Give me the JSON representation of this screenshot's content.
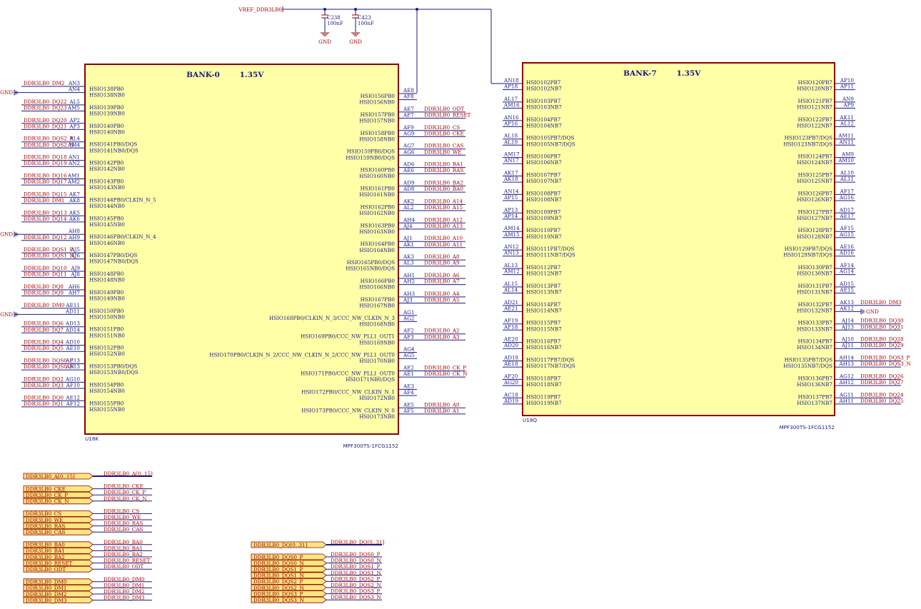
{
  "vref": {
    "label": "VREF_DDR3LB0",
    "gnd": "GND"
  },
  "caps": [
    {
      "ref": "C238",
      "value": "100nF"
    },
    {
      "ref": "C423",
      "value": "100nF"
    }
  ],
  "bank0": {
    "title": "BANK-0",
    "voltage": "1.35V",
    "ref": "U18K",
    "part": "MPF300TS-1FCG1152",
    "left": [
      {
        "net": "DDR3LB0_DM2",
        "pin": "AN3",
        "sig": "HSIO138PB0"
      },
      {
        "net": "",
        "pin": "AN4",
        "sig": "HSIO138NB0",
        "gnd": true
      },
      {
        "net": "DDR3LB0_DQ22",
        "pin": "AL5",
        "sig": "HSIO139PB0"
      },
      {
        "net": "DDR3LB0_DQ23",
        "pin": "AM5",
        "sig": "HSIO139NB0"
      },
      {
        "net": "DDR3LB0_DQ20",
        "pin": "AP2",
        "sig": "HSIO140PB0"
      },
      {
        "net": "DDR3LB0_DQ21",
        "pin": "AP3",
        "sig": "HSIO140NB0"
      },
      {
        "net": "DDR3LB0_DQS2_P",
        "pin": "AL4",
        "sig": "HSIO141PB0/DQS"
      },
      {
        "net": "DDR3LB0_DQS2_N",
        "pin": "AM4",
        "sig": "HSIO141NB0/DQS"
      },
      {
        "net": "DDR3LB0_DQ18",
        "pin": "AN1",
        "sig": "HSIO142PB0"
      },
      {
        "net": "DDR3LB0_DQ19",
        "pin": "AN2",
        "sig": "HSIO142NB0"
      },
      {
        "net": "DDR3LB0_DQ16",
        "pin": "AM1",
        "sig": "HSIO143PB0"
      },
      {
        "net": "DDR3LB0_DQ17",
        "pin": "AM2",
        "sig": "HSIO143NB0"
      },
      {
        "net": "DDR3LB0_DQ15",
        "pin": "AK7",
        "sig": "HSIO144PB0/CLKIN_N_5"
      },
      {
        "net": "DDR3LB0_DM1",
        "pin": "AK8",
        "sig": "HSIO144NB0"
      },
      {
        "net": "DDR3LB0_DQ13",
        "pin": "AK5",
        "sig": "HSIO145PB0"
      },
      {
        "net": "DDR3LB0_DQ14",
        "pin": "AK6",
        "sig": "HSIO145NB0"
      },
      {
        "net": "",
        "pin": "AH8",
        "sig": "HSIO146PB0/CLKIN_N_4",
        "gnd": true
      },
      {
        "net": "DDR3LB0_DQ12",
        "pin": "AH9",
        "sig": "HSIO146NB0"
      },
      {
        "net": "DDR3LB0_DQS1_P",
        "pin": "AJ5",
        "sig": "HSIO147PB0/DQS"
      },
      {
        "net": "DDR3LB0_DQS1_N",
        "pin": "AJ6",
        "sig": "HSIO147NB0/DQS"
      },
      {
        "net": "DDR3LB0_DQ10",
        "pin": "AJ9",
        "sig": "HSIO148PB0"
      },
      {
        "net": "DDR3LB0_DQ11",
        "pin": "AJ8",
        "sig": "HSIO148NB0"
      },
      {
        "net": "DDR3LB0_DQ8",
        "pin": "AH6",
        "sig": "HSIO149PB0"
      },
      {
        "net": "DDR3LB0_DQ9",
        "pin": "AH7",
        "sig": "HSIO149NB0"
      },
      {
        "net": "DDR3LB0_DM0",
        "pin": "AE11",
        "sig": "HSIO150PB0"
      },
      {
        "net": "",
        "pin": "AD11",
        "sig": "HSIO150NB0",
        "gnd": true
      },
      {
        "net": "DDR3LB0_DQ6",
        "pin": "AD13",
        "sig": "HSIO151PB0"
      },
      {
        "net": "DDR3LB0_DQ7",
        "pin": "AD14",
        "sig": "HSIO151NB0"
      },
      {
        "net": "DDR3LB0_DQ4",
        "pin": "AD10",
        "sig": "HSIO152PB0"
      },
      {
        "net": "DDR3LB0_DQ5",
        "pin": "AE10",
        "sig": "HSIO152NB0"
      },
      {
        "net": "DDR3LB0_DQS0_P",
        "pin": "AE13",
        "sig": "HSIO153PB0/DQS"
      },
      {
        "net": "DDR3LB0_DQS0_N",
        "pin": "AF13",
        "sig": "HSIO153NB0/DQS"
      },
      {
        "net": "DDR3LB0_DQ2",
        "pin": "AG10",
        "sig": "HSIO154PB0"
      },
      {
        "net": "DDR3LB0_DQ3",
        "pin": "AF10",
        "sig": "HSIO154NB0"
      },
      {
        "net": "DDR3LB0_DQ0",
        "pin": "AE12",
        "sig": "HSIO155PB0"
      },
      {
        "net": "DDR3LB0_DQ1",
        "pin": "AF12",
        "sig": "HSIO155NB0"
      }
    ],
    "right": [
      {
        "pin": "AE8",
        "sig": "HSIO156PB0",
        "net": "",
        "vref": true
      },
      {
        "pin": "AF8",
        "sig": "HSIO156NB0",
        "net": ""
      },
      {
        "pin": "AE7",
        "sig": "HSIO157PB0",
        "net": "DDR3LB0_ODT"
      },
      {
        "pin": "AF7",
        "sig": "HSIO157NB0",
        "net": "DDR3LB0_RESET"
      },
      {
        "pin": "AF9",
        "sig": "HSIO158PB0",
        "net": "DDR3LB0_CS"
      },
      {
        "pin": "AG9",
        "sig": "HSIO158NB0",
        "net": "DDR3LB0_CKE"
      },
      {
        "pin": "AG7",
        "sig": "HSIO159PB0/DQS",
        "net": "DDR3LB0_CAS"
      },
      {
        "pin": "AG6",
        "sig": "HSIO159NB0/DQS",
        "net": "DDR3LB0_WE"
      },
      {
        "pin": "AD6",
        "sig": "HSIO160PB0",
        "net": "DDR3LB0_BA1"
      },
      {
        "pin": "AE6",
        "sig": "HSIO160NB0",
        "net": "DDR3LB0_RAS"
      },
      {
        "pin": "AD9",
        "sig": "HSIO161PB0",
        "net": "DDR3LB0_BA2"
      },
      {
        "pin": "AD8",
        "sig": "HSIO161NB0",
        "net": "DDR3LB0_BA0"
      },
      {
        "pin": "AK2",
        "sig": "HSIO162PB0",
        "net": "DDR3LB0_A14"
      },
      {
        "pin": "AL2",
        "sig": "HSIO162NB0",
        "net": "DDR3LB0_A15"
      },
      {
        "pin": "AH4",
        "sig": "HSIO163PB0",
        "net": "DDR3LB0_A12"
      },
      {
        "pin": "AJ4",
        "sig": "HSIO163NB0",
        "net": "DDR3LB0_A13"
      },
      {
        "pin": "AJ1",
        "sig": "HSIO164PB0",
        "net": "DDR3LB0_A10"
      },
      {
        "pin": "AK1",
        "sig": "HSIO164NB0",
        "net": "DDR3LB0_A11"
      },
      {
        "pin": "AK3",
        "sig": "HSIO165PB0/DQS",
        "net": "DDR3LB0_A8"
      },
      {
        "pin": "AL3",
        "sig": "HSIO165NB0/DQS",
        "net": "DDR3LB0_A9"
      },
      {
        "pin": "AH1",
        "sig": "HSIO166PB0",
        "net": "DDR3LB0_A6"
      },
      {
        "pin": "AH2",
        "sig": "HSIO166NB0",
        "net": "DDR3LB0_A7"
      },
      {
        "pin": "AH3",
        "sig": "HSIO167PB0",
        "net": "DDR3LB0_A4"
      },
      {
        "pin": "AJ3",
        "sig": "HSIO167NB0",
        "net": "DDR3LB0_A5"
      },
      {
        "pin": "AG1",
        "sig": "HSIO168PB0/CLKIN_N_3/CCC_NW_CLKIN_N_3",
        "net": ""
      },
      {
        "pin": "AG2",
        "sig": "HSIO168NB0",
        "net": ""
      },
      {
        "pin": "AF2",
        "sig": "HSIO169PB0/CCC_NW_PLL1_OUT1",
        "net": "DDR3LB0_A2"
      },
      {
        "pin": "AF3",
        "sig": "HSIO169NB0",
        "net": "DDR3LB0_A3"
      },
      {
        "pin": "AG4",
        "sig": "HSIO170PB0/CLKIN_N_2/CCC_NW_CLKIN_N_2/CCC_NW_PLL1_OUT0",
        "net": ""
      },
      {
        "pin": "AG5",
        "sig": "HSIO170NB0",
        "net": ""
      },
      {
        "pin": "AE2",
        "sig": "HSIO171PB0/CCC_NW_PLL1_OUT0",
        "net": "DDR3LB0_CK_P"
      },
      {
        "pin": "AE1",
        "sig": "HSIO171NB0/DQS",
        "net": "DDR3LB0_CK_N"
      },
      {
        "pin": "AE3",
        "sig": "HSIO172PB0/CCC_NW_CLKIN_N_1",
        "net": ""
      },
      {
        "pin": "AF4",
        "sig": "HSIO172NB0",
        "net": ""
      },
      {
        "pin": "AE5",
        "sig": "HSIO173PB0/CCC_NW_CLKIN_N_0",
        "net": "DDR3LB0_A0"
      },
      {
        "pin": "AF5",
        "sig": "HSIO173NB0",
        "net": "DDR3LB0_A1"
      }
    ]
  },
  "bank7": {
    "title": "BANK-7",
    "voltage": "1.35V",
    "ref": "U18Q",
    "part": "MPF300TS-1FCG1152",
    "left": [
      {
        "pin": "AN18",
        "sig": "HSIO102PB7",
        "vref": true
      },
      {
        "pin": "AP18",
        "sig": "HSIO102NB7"
      },
      {
        "pin": "AL17",
        "sig": "HSIO103PB7"
      },
      {
        "pin": "AM16",
        "sig": "HSIO103NB7"
      },
      {
        "pin": "AN16",
        "sig": "HSIO104PB7"
      },
      {
        "pin": "AP16",
        "sig": "HSIO104NB7"
      },
      {
        "pin": "AL18",
        "sig": "HSIO105PB7/DQS"
      },
      {
        "pin": "AL19",
        "sig": "HSIO105NB7/DQS"
      },
      {
        "pin": "AM17",
        "sig": "HSIO106PB7"
      },
      {
        "pin": "AN17",
        "sig": "HSIO106NB7"
      },
      {
        "pin": "AK17",
        "sig": "HSIO107PB7"
      },
      {
        "pin": "AK18",
        "sig": "HSIO107NB7"
      },
      {
        "pin": "AN14",
        "sig": "HSIO108PB7"
      },
      {
        "pin": "AP15",
        "sig": "HSIO108NB7"
      },
      {
        "pin": "AP13",
        "sig": "HSIO109PB7"
      },
      {
        "pin": "AP14",
        "sig": "HSIO109NB7"
      },
      {
        "pin": "AM14",
        "sig": "HSIO110PB7"
      },
      {
        "pin": "AM15",
        "sig": "HSIO110NB7"
      },
      {
        "pin": "AN12",
        "sig": "HSIO111PB7/DQS"
      },
      {
        "pin": "AN13",
        "sig": "HSIO111NB7/DQS"
      },
      {
        "pin": "AL13",
        "sig": "HSIO112PB7"
      },
      {
        "pin": "AM12",
        "sig": "HSIO112NB7"
      },
      {
        "pin": "AL15",
        "sig": "HSIO113PB7"
      },
      {
        "pin": "AL14",
        "sig": "HSIO113NB7"
      },
      {
        "pin": "AD21",
        "sig": "HSIO114PB7"
      },
      {
        "pin": "AE21",
        "sig": "HSIO114NB7"
      },
      {
        "pin": "AF19",
        "sig": "HSIO115PB7"
      },
      {
        "pin": "AF18",
        "sig": "HSIO115NB7"
      },
      {
        "pin": "AE20",
        "sig": "HSIO116PB7"
      },
      {
        "pin": "AD20",
        "sig": "HSIO116NB7"
      },
      {
        "pin": "AD18",
        "sig": "HSIO117PB7/DQS"
      },
      {
        "pin": "AE18",
        "sig": "HSIO117NB7/DQS"
      },
      {
        "pin": "AF20",
        "sig": "HSIO118PB7"
      },
      {
        "pin": "AG20",
        "sig": "HSIO118NB7"
      },
      {
        "pin": "AC18",
        "sig": "HSIO119PB7"
      },
      {
        "pin": "AD19",
        "sig": "HSIO119NB7"
      }
    ],
    "right": [
      {
        "pin": "AP10",
        "sig": "HSIO120PB7",
        "net": ""
      },
      {
        "pin": "AP11",
        "sig": "HSIO120NB7",
        "net": ""
      },
      {
        "pin": "AN9",
        "sig": "HSIO121PB7",
        "net": ""
      },
      {
        "pin": "AP9",
        "sig": "HSIO121NB7",
        "net": ""
      },
      {
        "pin": "AK11",
        "sig": "HSIO122PB7",
        "net": ""
      },
      {
        "pin": "AL12",
        "sig": "HSIO122NB7",
        "net": ""
      },
      {
        "pin": "AM11",
        "sig": "HSIO123PB7/DQS",
        "net": ""
      },
      {
        "pin": "AN11",
        "sig": "HSIO123NB7/DQS",
        "net": ""
      },
      {
        "pin": "AM9",
        "sig": "HSIO124PB7",
        "net": ""
      },
      {
        "pin": "AM10",
        "sig": "HSIO124NB7",
        "net": ""
      },
      {
        "pin": "AL10",
        "sig": "HSIO125PB7",
        "net": ""
      },
      {
        "pin": "AL11",
        "sig": "HSIO125NB7",
        "net": ""
      },
      {
        "pin": "AF17",
        "sig": "HSIO126PB7",
        "net": ""
      },
      {
        "pin": "AG16",
        "sig": "HSIO126NB7",
        "net": ""
      },
      {
        "pin": "AD17",
        "sig": "HSIO127PB7",
        "net": ""
      },
      {
        "pin": "AE17",
        "sig": "HSIO127NB7",
        "net": ""
      },
      {
        "pin": "AF15",
        "sig": "HSIO128PB7",
        "net": ""
      },
      {
        "pin": "AG15",
        "sig": "HSIO128NB7",
        "net": ""
      },
      {
        "pin": "AE16",
        "sig": "HSIO129PB7/DQS",
        "net": ""
      },
      {
        "pin": "AD16",
        "sig": "HSIO129NB7/DQS",
        "net": ""
      },
      {
        "pin": "AF14",
        "sig": "HSIO130PB7",
        "net": ""
      },
      {
        "pin": "AG14",
        "sig": "HSIO130NB7",
        "net": ""
      },
      {
        "pin": "AD15",
        "sig": "HSIO131PB7",
        "net": ""
      },
      {
        "pin": "AE15",
        "sig": "HSIO131NB7",
        "net": ""
      },
      {
        "pin": "AK13",
        "sig": "HSIO132PB7",
        "net": "DDR3LB0_DM3"
      },
      {
        "pin": "AK12",
        "sig": "HSIO132NB7",
        "net": "",
        "gnd": true
      },
      {
        "pin": "AJ14",
        "sig": "HSIO133PB7",
        "net": "DDR3LB0_DQ30"
      },
      {
        "pin": "AJ13",
        "sig": "HSIO133NB7",
        "net": "DDR3LB0_DQ31"
      },
      {
        "pin": "AJ10",
        "sig": "HSIO134PB7",
        "net": "DDR3LB0_DQ28"
      },
      {
        "pin": "AJ11",
        "sig": "HSIO134NB7",
        "net": "DDR3LB0_DQ29"
      },
      {
        "pin": "AH14",
        "sig": "HSIO135PB7/DQS",
        "net": "DDR3LB0_DQS3_P"
      },
      {
        "pin": "AH13",
        "sig": "HSIO135NB7/DQS",
        "net": "DDR3LB0_DQS3_N"
      },
      {
        "pin": "AG12",
        "sig": "HSIO136PB7",
        "net": "DDR3LB0_DQ26"
      },
      {
        "pin": "AH12",
        "sig": "HSIO136NB7",
        "net": "DDR3LB0_DQ27"
      },
      {
        "pin": "AG11",
        "sig": "HSIO137PB7",
        "net": "DDR3LB0_DQ24"
      },
      {
        "pin": "AH11",
        "sig": "HSIO137NB7",
        "net": "DDR3LB0_DQ25"
      }
    ]
  },
  "ports_left": [
    {
      "groups": [
        {
          "items": [
            {
              "port": "DDR3LB0_A[0..15]",
              "net": "DDR3LB0_A[0..15]",
              "bus": true
            }
          ]
        },
        {
          "items": [
            {
              "port": "DDR3LB0_CKE",
              "net": "DDR3LB0_CKE"
            },
            {
              "port": "DDR3LB0_CK_P",
              "net": "DDR3LB0_CK_P"
            },
            {
              "port": "DDR3LB0_CK_N",
              "net": "DDR3LB0_CK_N"
            }
          ]
        },
        {
          "items": [
            {
              "port": "DDR3LB0_CS",
              "net": "DDR3LB0_CS"
            },
            {
              "port": "DDR3LB0_WE",
              "net": "DDR3LB0_WE"
            },
            {
              "port": "DDR3LB0_RAS",
              "net": "DDR3LB0_RAS"
            },
            {
              "port": "DDR3LB0_CAS",
              "net": "DDR3LB0_CAS"
            }
          ]
        },
        {
          "items": [
            {
              "port": "DDR3LB0_BA0",
              "net": "DDR3LB0_BA0"
            },
            {
              "port": "DDR3LB0_BA1",
              "net": "DDR3LB0_BA1"
            },
            {
              "port": "DDR3LB0_BA2",
              "net": "DDR3LB0_BA2"
            },
            {
              "port": "DDR3LB0_RESET",
              "net": "DDR3LB0_RESET"
            },
            {
              "port": "DDR3LB0_ODT",
              "net": "DDR3LB0_ODT"
            }
          ]
        },
        {
          "items": [
            {
              "port": "DDR3LB0_DM0",
              "net": "DDR3LB0_DM0"
            },
            {
              "port": "DDR3LB0_DM1",
              "net": "DDR3LB0_DM1"
            },
            {
              "port": "DDR3LB0_DM2",
              "net": "DDR3LB0_DM2"
            },
            {
              "port": "DDR3LB0_DM3",
              "net": "DDR3LB0_DM3"
            }
          ]
        }
      ]
    }
  ],
  "ports_mid": {
    "bus": {
      "port": "DDR3LB0_DQ[0..31]",
      "net": "DDR3LB0_DQ[0..31]"
    },
    "items": [
      {
        "port": "DDR3LB0_DQS0_P",
        "net": "DDR3LB0_DQS0_P"
      },
      {
        "port": "DDR3LB0_DQS0_N",
        "net": "DDR3LB0_DQS0_N"
      },
      {
        "port": "DDR3LB0_DQS1_P",
        "net": "DDR3LB0_DQS1_P"
      },
      {
        "port": "DDR3LB0_DQS1_N",
        "net": "DDR3LB0_DQS1_N"
      },
      {
        "port": "DDR3LB0_DQS2_P",
        "net": "DDR3LB0_DQS2_P"
      },
      {
        "port": "DDR3LB0_DQS2_N",
        "net": "DDR3LB0_DQS2_N"
      },
      {
        "port": "DDR3LB0_DQS3_P",
        "net": "DDR3LB0_DQS3_P"
      },
      {
        "port": "DDR3LB0_DQS3_N",
        "net": "DDR3LB0_DQS3_N"
      }
    ]
  },
  "colors": {
    "box_fill": "#ffffa8",
    "box_stroke": "#8b0000",
    "wire": "#1a1a80",
    "net": "#b00000",
    "port_fill": "#ffe680"
  }
}
